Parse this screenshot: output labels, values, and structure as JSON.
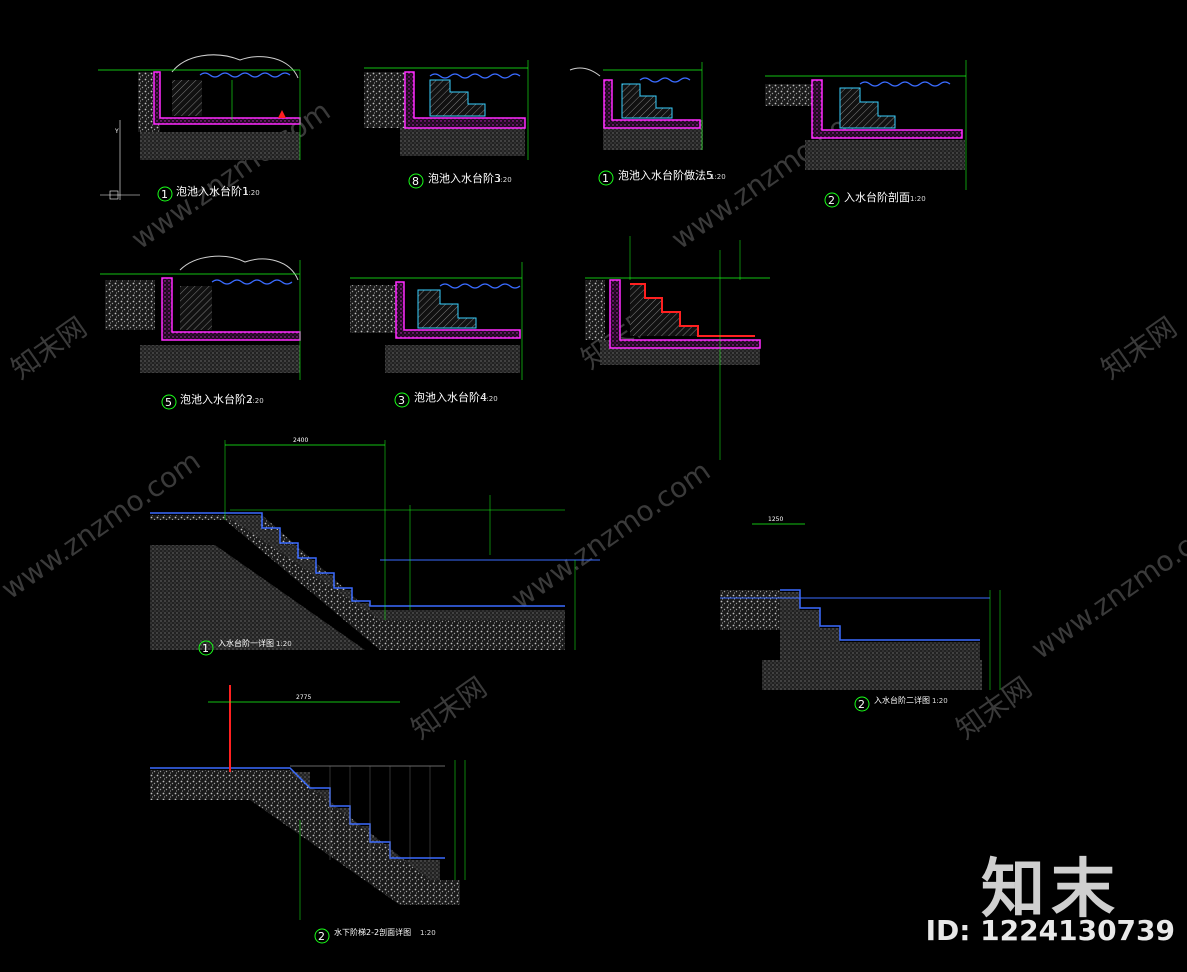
{
  "drawings": [
    {
      "id": "d1",
      "num": "1",
      "title": "泡池入水台阶1",
      "scale": "1:20"
    },
    {
      "id": "d8",
      "num": "8",
      "title": "泡池入水台阶3",
      "scale": "1:20"
    },
    {
      "id": "d1b",
      "num": "1",
      "title": "泡池入水台阶做法5",
      "scale": "1:20"
    },
    {
      "id": "d2",
      "num": "2",
      "title": "入水台阶剖面",
      "scale": "1:20"
    },
    {
      "id": "d5",
      "num": "5",
      "title": "泡池入水台阶2",
      "scale": "1:20"
    },
    {
      "id": "d3",
      "num": "3",
      "title": "泡池入水台阶4",
      "scale": "1:20"
    },
    {
      "id": "big1",
      "num": "1",
      "title": "入水台阶一详图",
      "scale": "1:20"
    },
    {
      "id": "big2",
      "num": "2",
      "title": "入水台阶二详图",
      "scale": "1:20"
    },
    {
      "id": "big3",
      "num": "2",
      "title": "水下阶梯2-2剖面详图",
      "scale": "1:20"
    }
  ],
  "dimensions": {
    "big1_total": "2400",
    "big3_total": "2775",
    "big2_total": "1250"
  },
  "watermarks": {
    "site_text": "www.znzmo.com",
    "cn_text": "知末网"
  },
  "brand": {
    "logo": "知末",
    "id_label": "ID: 1224130739"
  },
  "colors": {
    "background": "#000000",
    "green_line": "#19ff19",
    "magenta": "#ff2bff",
    "blue_water": "#3a6bff",
    "cyan": "#38d0ff",
    "red": "#ff2020",
    "hatch": "#bdbdbd"
  }
}
